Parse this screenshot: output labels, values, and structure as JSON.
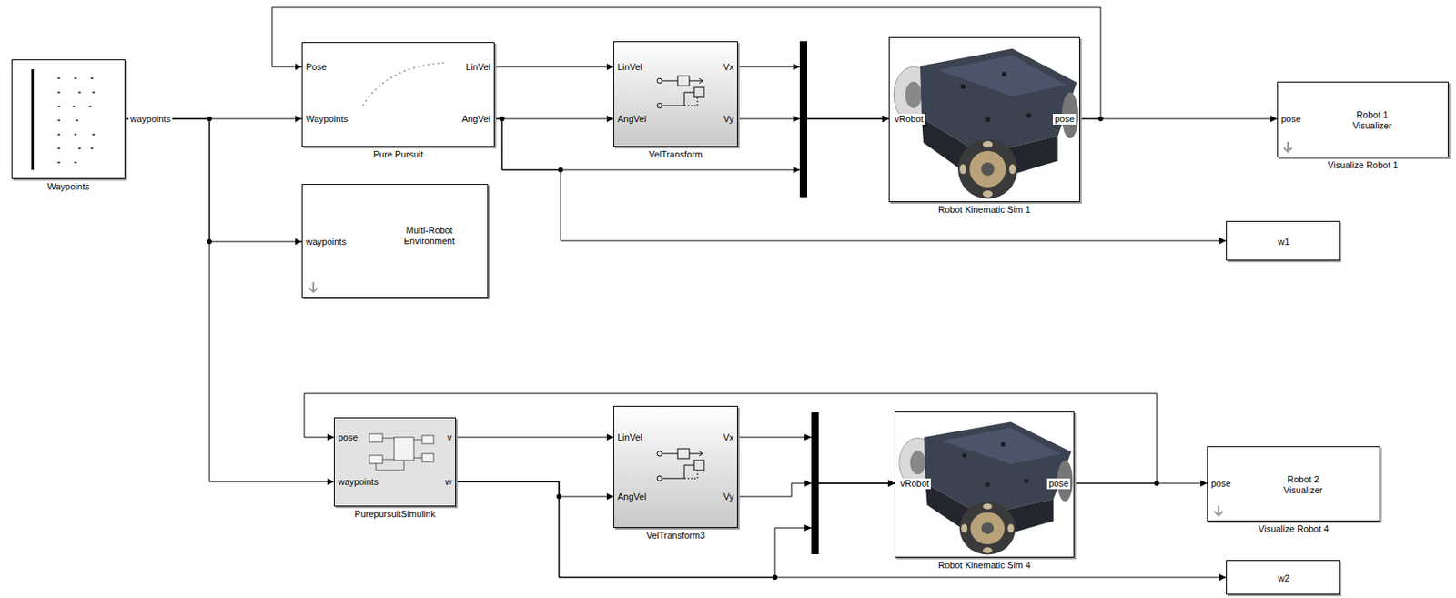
{
  "diagram": {
    "nodes": [
      {
        "text": [
          "waypoints",
          "Waypoints"
        ]
      },
      {
        "text": [
          "Pose",
          "Waypoints",
          "LinVel",
          "AngVel",
          "Pure Pursuit"
        ]
      },
      {
        "text": [
          "LinVel",
          "AngVel",
          "Vx",
          "Vy",
          "VelTransform"
        ]
      },
      {
        "text": [
          "vRobot",
          "pose",
          "Robot Kinematic Sim 1"
        ]
      },
      {
        "text": [
          "pose",
          "Robot 1 Visualizer",
          "Visualize Robot 1"
        ]
      },
      {
        "text": [
          "waypoints",
          "Multi-Robot Environment"
        ]
      },
      {
        "text": [
          "w1"
        ]
      },
      {
        "text": [
          "pose",
          "waypoints",
          "v",
          "w",
          "PurepursuitSimulink"
        ]
      },
      {
        "text": [
          "LinVel",
          "AngVel",
          "Vx",
          "Vy",
          "VelTransform3"
        ]
      },
      {
        "text": [
          "vRobot",
          "pose",
          "Robot Kinematic Sim 4"
        ]
      },
      {
        "text": [
          "pose",
          "Robot 2 Visualizer",
          "Visualize Robot 4"
        ]
      },
      {
        "text": [
          "w2"
        ]
      }
    ],
    "edges": [
      {
        "from": 0,
        "to": 1,
        "arrow": "to"
      },
      {
        "from": 0,
        "to": 5,
        "arrow": "to"
      },
      {
        "from": 0,
        "to": 7,
        "arrow": "to"
      },
      {
        "from": 1,
        "to": 2,
        "arrow": "to"
      },
      {
        "from": 1,
        "to": 2,
        "arrow": "to"
      },
      {
        "from": 1,
        "to": 3,
        "arrow": "to"
      },
      {
        "from": 1,
        "to": 6,
        "arrow": "to"
      },
      {
        "from": 2,
        "to": 3,
        "arrow": "to"
      },
      {
        "from": 2,
        "to": 3,
        "arrow": "to"
      },
      {
        "from": 3,
        "to": 4,
        "arrow": "to"
      },
      {
        "from": 3,
        "to": 1,
        "arrow": "to"
      },
      {
        "from": 7,
        "to": 8,
        "arrow": "to"
      },
      {
        "from": 7,
        "to": 8,
        "arrow": "to"
      },
      {
        "from": 7,
        "to": 9,
        "arrow": "to"
      },
      {
        "from": 7,
        "to": 11,
        "arrow": "to"
      },
      {
        "from": 8,
        "to": 9,
        "arrow": "to"
      },
      {
        "from": 8,
        "to": 9,
        "arrow": "to"
      },
      {
        "from": 9,
        "to": 10,
        "arrow": "to"
      },
      {
        "from": 9,
        "to": 7,
        "arrow": "to"
      }
    ]
  }
}
